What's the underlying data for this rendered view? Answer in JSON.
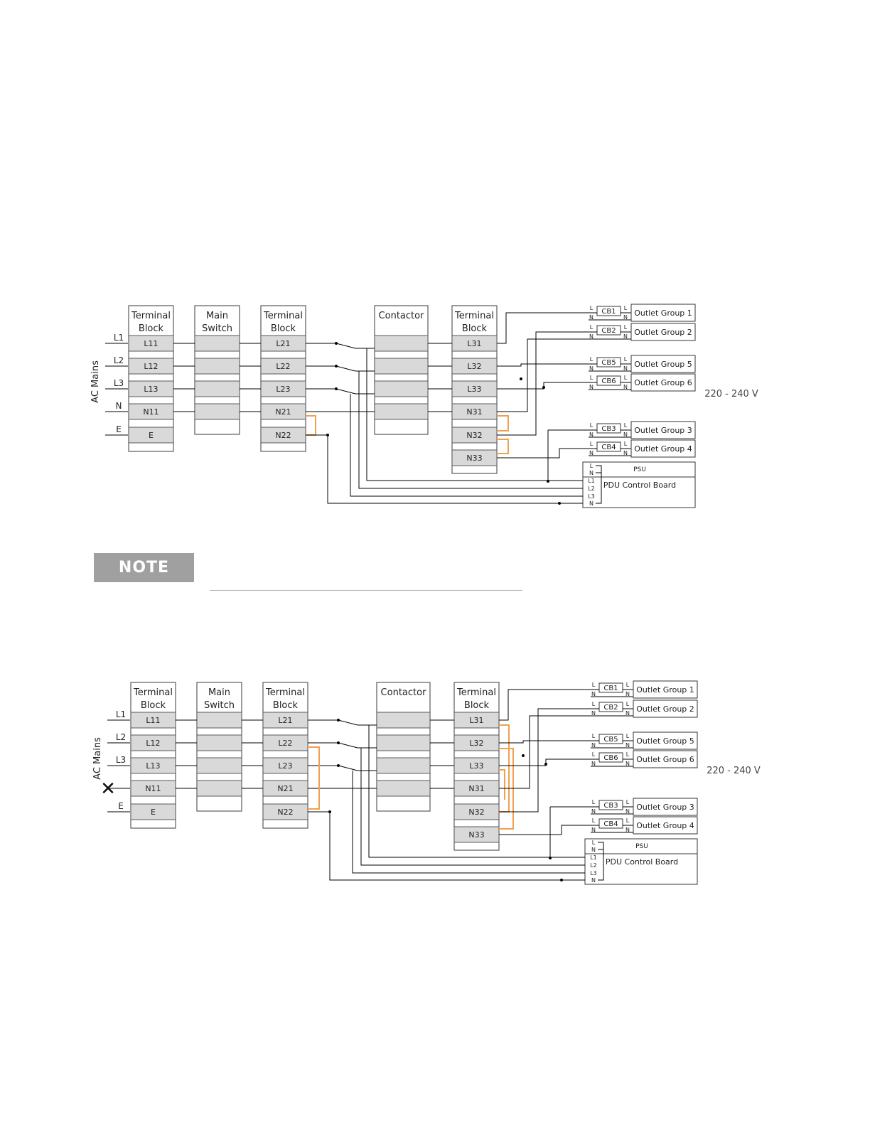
{
  "diagrams": [
    {
      "ac_mains": "AC Mains",
      "voltage": "220 - 240 V",
      "line_labels": [
        "L1",
        "L2",
        "L3",
        "N",
        "E"
      ],
      "tb1": {
        "title": [
          "Terminal",
          "Block"
        ],
        "cells": [
          "L11",
          "L12",
          "L13",
          "N11",
          "E"
        ]
      },
      "switch": {
        "title": [
          "Main",
          "Switch"
        ]
      },
      "tb2": {
        "title": [
          "Terminal",
          "Block"
        ],
        "cells": [
          "L21",
          "L22",
          "L23",
          "N21",
          "N22"
        ]
      },
      "contactor": {
        "title": "Contactor"
      },
      "tb3": {
        "title": [
          "Terminal",
          "Block"
        ],
        "cells": [
          "L31",
          "L32",
          "L33",
          "N31",
          "N32",
          "N33"
        ]
      },
      "breakers": [
        "CB1",
        "CB2",
        "CB5",
        "CB6",
        "CB3",
        "CB4"
      ],
      "outlets": [
        "Outlet Group 1",
        "Outlet Group 2",
        "Outlet Group 5",
        "Outlet Group 6",
        "Outlet Group 3",
        "Outlet Group 4"
      ],
      "pin_l": "L",
      "pin_n": "N",
      "psu": "PSU",
      "pdu": "PDU Control Board",
      "pdu_pins": [
        "L",
        "N",
        "L1",
        "L2",
        "L3",
        "N"
      ],
      "neutral_mark": ""
    },
    {
      "ac_mains": "AC Mains",
      "voltage": "220 - 240 V",
      "line_labels": [
        "L1",
        "L2",
        "L3",
        "",
        "E"
      ],
      "tb1": {
        "title": [
          "Terminal",
          "Block"
        ],
        "cells": [
          "L11",
          "L12",
          "L13",
          "N11",
          "E"
        ]
      },
      "switch": {
        "title": [
          "Main",
          "Switch"
        ]
      },
      "tb2": {
        "title": [
          "Terminal",
          "Block"
        ],
        "cells": [
          "L21",
          "L22",
          "L23",
          "N21",
          "N22"
        ]
      },
      "contactor": {
        "title": "Contactor"
      },
      "tb3": {
        "title": [
          "Terminal",
          "Block"
        ],
        "cells": [
          "L31",
          "L32",
          "L33",
          "N31",
          "N32",
          "N33"
        ]
      },
      "breakers": [
        "CB1",
        "CB2",
        "CB5",
        "CB6",
        "CB3",
        "CB4"
      ],
      "outlets": [
        "Outlet Group 1",
        "Outlet Group 2",
        "Outlet Group 5",
        "Outlet Group 6",
        "Outlet Group 3",
        "Outlet Group 4"
      ],
      "pin_l": "L",
      "pin_n": "N",
      "psu": "PSU",
      "pdu": "PDU Control Board",
      "pdu_pins": [
        "L",
        "N",
        "L1",
        "L2",
        "L3",
        "N"
      ],
      "neutral_mark": "✕"
    }
  ],
  "note": {
    "label": "NOTE"
  },
  "colors": {
    "wire": "#000000",
    "jumper": "#f0a050",
    "cell_fill": "#d9d9d9",
    "box_stroke": "#595959",
    "note_bg": "#a0a0a0"
  }
}
